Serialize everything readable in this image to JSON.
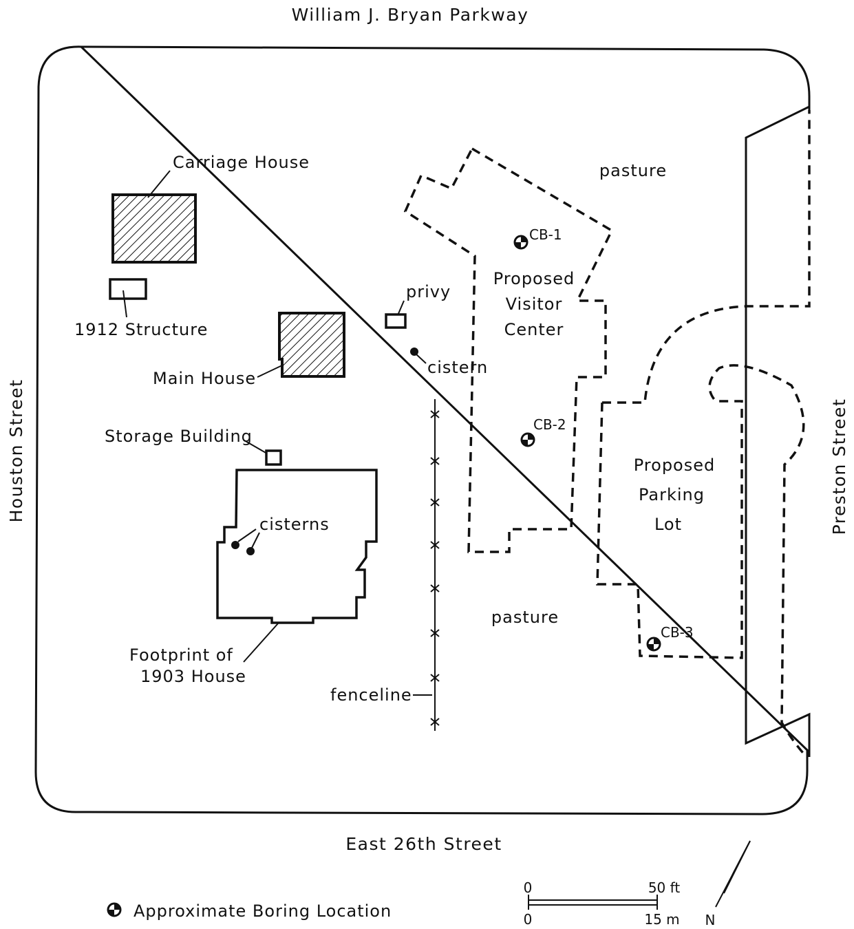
{
  "streets": {
    "north": "William J. Bryan Parkway",
    "south": "East 26th Street",
    "west": "Houston Street",
    "east": "Preston Street"
  },
  "labels": {
    "carriage_house": "Carriage House",
    "structure_1912": "1912 Structure",
    "main_house": "Main House",
    "privy": "privy",
    "cistern": "cistern",
    "storage_building": "Storage Building",
    "cisterns": "cisterns",
    "footprint_line1": "Footprint of",
    "footprint_line2": "1903 House",
    "fenceline": "fenceline",
    "pasture_north": "pasture",
    "pasture_south": "pasture",
    "visitor_center_line1": "Proposed",
    "visitor_center_line2": "Visitor",
    "visitor_center_line3": "Center",
    "parking_line1": "Proposed",
    "parking_line2": "Parking",
    "parking_line3": "Lot"
  },
  "borings": {
    "cb1": "CB-1",
    "cb2": "CB-2",
    "cb3": "CB-3"
  },
  "legend": {
    "boring_symbol": "boring-location-icon",
    "boring_label": "Approximate Boring Location"
  },
  "scale_bar": {
    "ft_zero": "0",
    "ft_end": "50 ft",
    "m_zero": "0",
    "m_end": "15 m"
  },
  "north_arrow": {
    "label": "N"
  }
}
